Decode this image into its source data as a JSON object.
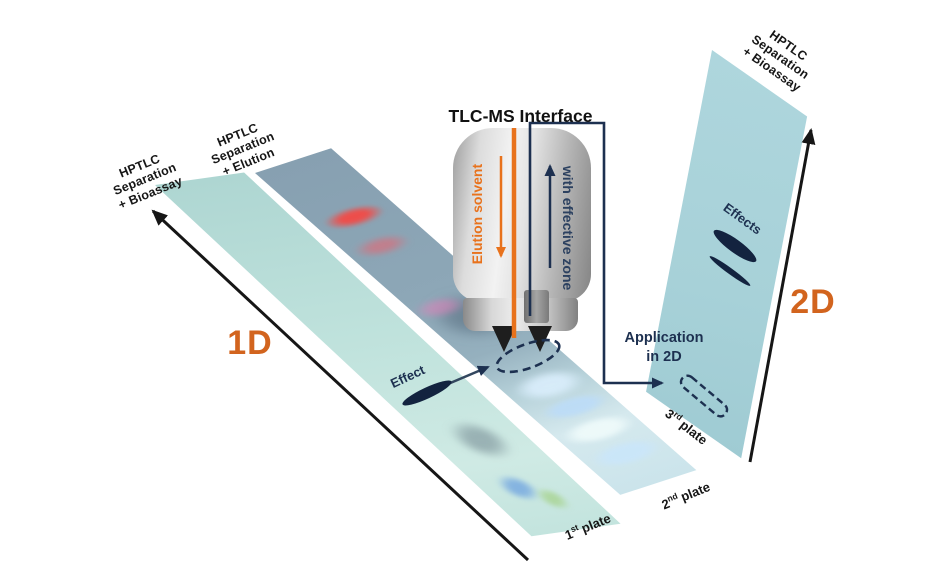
{
  "title": "TLC-MS Interface",
  "colors": {
    "orange": "#d2641e",
    "orange_bright": "#e8721c",
    "navy": "#1d3050",
    "slate_arrow": "#33475f",
    "black": "#161616",
    "spot_navy": "#13233f",
    "plate1_teal": "#bfe2dc",
    "plate2_slate": "#8da7b7",
    "plate3_blue": "#a9d2d9",
    "band_red": "#f24a46",
    "device_gray": "#c9c9c9"
  },
  "labels": {
    "plate1_header": {
      "lines": [
        "HPTLC",
        "Separation",
        "+ Bioassay"
      ]
    },
    "plate2_header": {
      "lines": [
        "HPTLC",
        "Separation",
        "+ Elution"
      ]
    },
    "plate3_header": {
      "lines": [
        "HPTLC",
        "Separation",
        "+ Bioassay"
      ]
    },
    "dim_1d": "1D",
    "dim_2d": "2D",
    "effect": "Effect",
    "effects": "Effects",
    "application_line1": "Application",
    "application_line2": "in 2D",
    "elution_solvent": "Elution solvent",
    "effective_zone": "with effective zone"
  },
  "plate_tags": [
    {
      "ordinal": "1",
      "suffix": "st",
      "word": "plate"
    },
    {
      "ordinal": "2",
      "suffix": "nd",
      "word": "plate"
    },
    {
      "ordinal": "3",
      "suffix": "rd",
      "word": "plate"
    }
  ]
}
